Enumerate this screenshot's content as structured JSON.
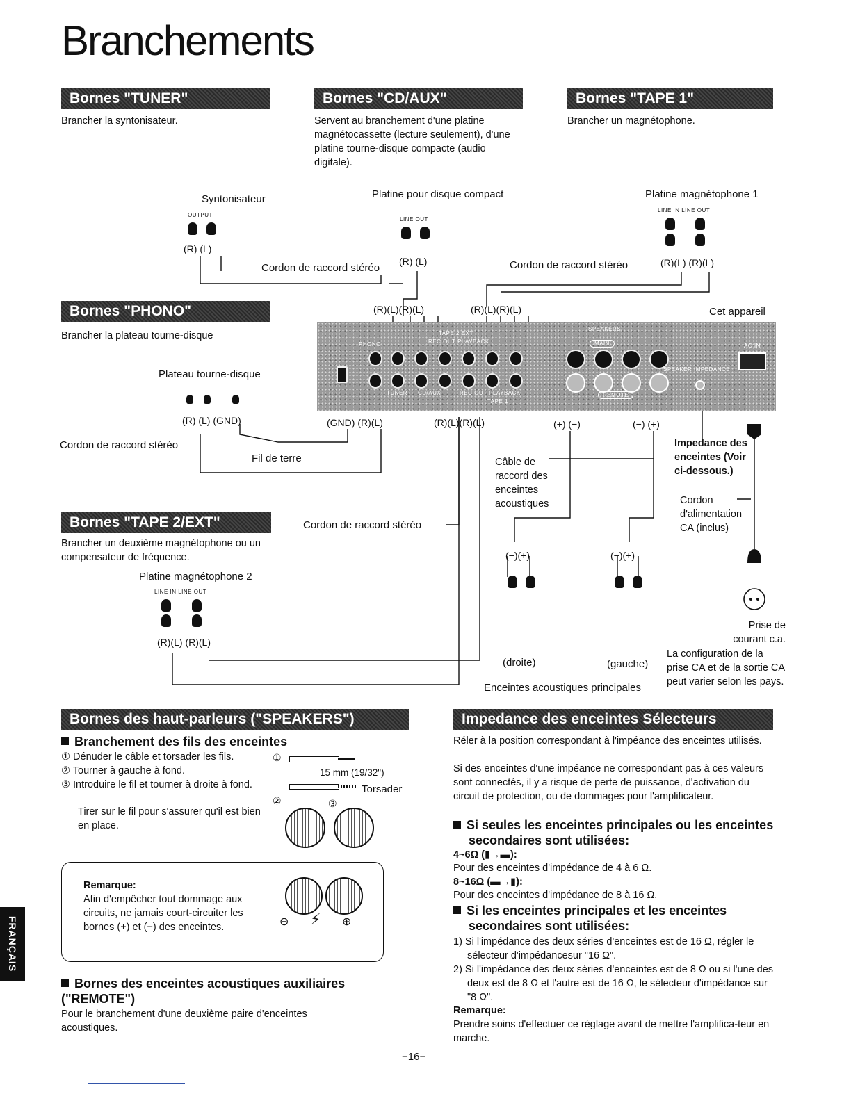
{
  "title": "Branchements",
  "sections": {
    "tuner": {
      "heading": "Bornes \"TUNER\"",
      "text": "Brancher la syntonisateur."
    },
    "cdaux": {
      "heading": "Bornes \"CD/AUX\"",
      "text": "Servent au branchement d'une platine magnétocassette (lecture seulement), d'une platine tourne-disque compacte (audio digitale)."
    },
    "tape1": {
      "heading": "Bornes \"TAPE 1\"",
      "text": "Brancher un magnétophone."
    },
    "phono": {
      "heading": "Bornes \"PHONO\"",
      "text": "Brancher la plateau tourne-disque"
    },
    "tape2": {
      "heading": "Bornes \"TAPE 2/EXT\"",
      "text": "Brancher un deuxième magnétophone ou un compensateur de fréquence."
    },
    "speakers": {
      "heading": "Bornes des haut-parleurs (\"SPEAKERS\")"
    },
    "impedance": {
      "heading": "Impedance des enceintes Sélecteurs"
    }
  },
  "diagram": {
    "syntonisateur": "Syntonisateur",
    "output": "OUTPUT",
    "rl_a": "(R) (L)",
    "cordon1": "Cordon de raccord stéréo",
    "platine_cd": "Platine pour disque compact",
    "line_out": "LINE OUT",
    "rl_b": "(R) (L)",
    "cordon2": "Cordon de raccord stéréo",
    "platine_mag1": "Platine magnétophone 1",
    "line_in_out": "LINE IN   LINE OUT",
    "rl_c": "(R)(L) (R)(L)",
    "rlrl_1": "(R)(L)(R)(L)",
    "rlrl_2": "(R)(L)(R)(L)",
    "cet_appareil": "Cet appareil",
    "plateau": "Plateau tourne-disque",
    "rl_gnd": "(R) (L) (GND)",
    "cordon3": "Cordon de raccord stéréo",
    "fil_terre": "Fil de terre",
    "gnd_rl": "(GND) (R)(L)",
    "rlrl_3": "(R)(L)(R)(L)",
    "plus_minus": "(+) (−)",
    "minus_plus": "(−) (+)",
    "impedance_note": "Impedance des enceintes (Voir ci-dessous.)",
    "cable": "Câble de raccord des enceintes acoustiques",
    "cordon_alim": "Cordon d'alimentation CA (inclus)",
    "cordon4": "Cordon de raccord stéréo",
    "mp_1": "(−)(+)",
    "mp_2": "(−)(+)",
    "platine_mag2": "Platine magnétophone 2",
    "line_in_out2": "LINE IN   LINE OUT",
    "rl_d": "(R)(L) (R)(L)",
    "droite": "(droite)",
    "gauche": "(gauche)",
    "enceintes_principales": "Enceintes acoustiques principales",
    "prise": "Prise de courant c.a.",
    "config": "La configuration de la prise CA et de la sortie CA peut varier selon les pays.",
    "panel_labels": [
      "PHONO",
      "TAPE 2 EXT",
      "REC OUT PLAYBACK",
      "TUNER",
      "CD/AUX",
      "REC OUT PLAYBACK",
      "TAPE 1",
      "SPEAKERS",
      "MAIN",
      "REMOTE",
      "SPEAKER IMPEDANCE",
      "AC IN"
    ]
  },
  "speakers_body": {
    "subheading": "Branchement des fils des enceintes",
    "steps": [
      "Dénuder le câble et torsader les fils.",
      "Tourner à gauche à fond.",
      "Introduire le fil et tourner à droite à fond."
    ],
    "step3_extra": "Tirer sur le fil pour s'assurer qu'il est bien en place.",
    "step_marks": [
      "①",
      "②",
      "③"
    ],
    "measure": "15 mm (19/32\")",
    "torsader": "Torsader",
    "remark_title": "Remarque:",
    "remark_text": "Afin d'empêcher tout dommage aux circuits, ne jamais court-circuiter les bornes (+) et (−) des enceintes.",
    "aux_heading": "Bornes des enceintes acoustiques auxiliaires (\"REMOTE\")",
    "aux_text": "Pour le branchement d'une deuxième paire d'enceintes acoustiques."
  },
  "impedance_body": {
    "intro1": "Réler à la position correspondant à l'impéance des enceintes utilisés.",
    "intro2": "Si des enceintes d'une impéance ne correspondant pas à ces valeurs sont connectés, il y a risque de perte de puissance, d'activation du circuit de protection, ou de dommages pour l'amplificateur.",
    "h_only_main": "Si seules les enceintes principales ou les enceintes secondaires sont utilisées:",
    "r1_label": "4~6Ω (▮→▬):",
    "r1_text": "Pour des enceintes d'impédance de 4 à 6 Ω.",
    "r2_label": "8~16Ω (▬→▮):",
    "r2_text": "Pour des enceintes d'impédance de 8 à 16 Ω.",
    "h_both": "Si les enceintes principales et les enceintes secondaires sont utilisées:",
    "item1": "1)  Si l'impédance des deux séries d'enceintes est de 16 Ω, régler le sélecteur d'impédancesur \"16 Ω\".",
    "item2": "2)  Si l'impédance des deux séries d'enceintes est de 8 Ω ou si l'une des deux est de 8 Ω et l'autre est de 16 Ω, le sélecteur d'impédance sur \"8 Ω\".",
    "remark_title": "Remarque:",
    "remark_text": "Prendre soins d'effectuer ce réglage avant de mettre l'amplifica-teur en marche."
  },
  "side_tab": "FRANÇAIS",
  "page_number": "−16−"
}
